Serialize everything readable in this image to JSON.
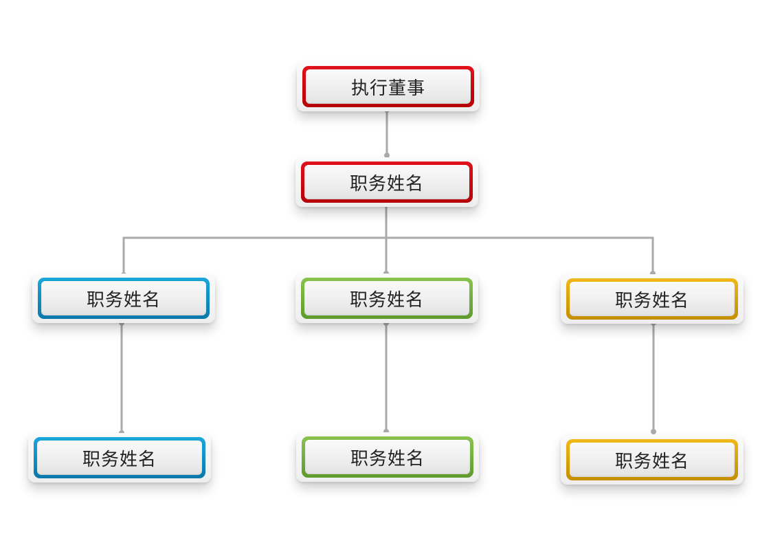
{
  "diagram": {
    "nodes": [
      {
        "id": "top",
        "label": "执行董事",
        "theme": "red"
      },
      {
        "id": "second",
        "label": "职务姓名",
        "theme": "red"
      },
      {
        "id": "left-mid",
        "label": "职务姓名",
        "theme": "blue"
      },
      {
        "id": "center-mid",
        "label": "职务姓名",
        "theme": "green"
      },
      {
        "id": "right-mid",
        "label": "职务姓名",
        "theme": "gold"
      },
      {
        "id": "left-bottom",
        "label": "职务姓名",
        "theme": "blue"
      },
      {
        "id": "center-bottom",
        "label": "职务姓名",
        "theme": "green"
      },
      {
        "id": "right-bottom",
        "label": "职务姓名",
        "theme": "gold"
      }
    ],
    "edges": [
      {
        "from": "top",
        "to": "second"
      },
      {
        "from": "second",
        "to": "left-mid"
      },
      {
        "from": "second",
        "to": "center-mid"
      },
      {
        "from": "second",
        "to": "right-mid"
      },
      {
        "from": "left-mid",
        "to": "left-bottom"
      },
      {
        "from": "center-mid",
        "to": "center-bottom"
      },
      {
        "from": "right-mid",
        "to": "right-bottom"
      }
    ]
  },
  "colors": {
    "red": "#d00a12",
    "blue": "#1a9ad0",
    "green": "#76b040",
    "gold": "#e0a810",
    "connector": "#aaaaaa"
  }
}
